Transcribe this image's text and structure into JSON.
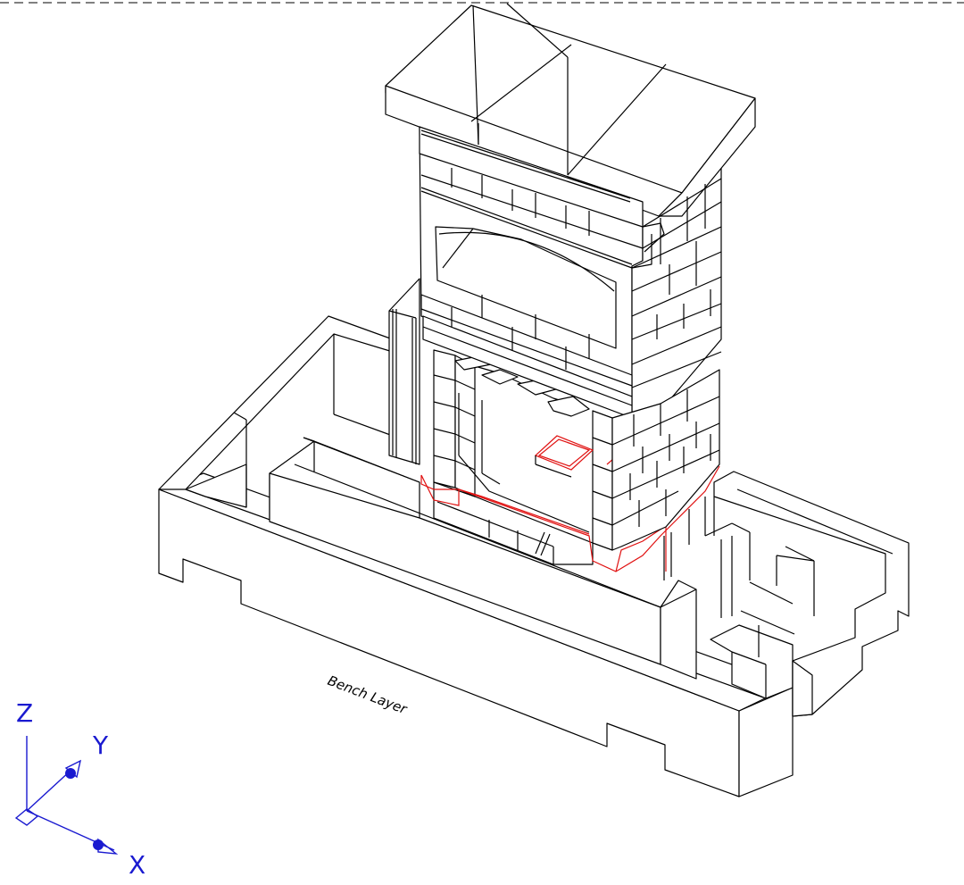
{
  "drawing": {
    "layer_label": "Bench Layer"
  },
  "ucs": {
    "x_label": "X",
    "y_label": "Y",
    "z_label": "Z",
    "color": "#1a1ad0"
  },
  "colors": {
    "lines": "#000000",
    "highlight": "#e01010",
    "background": "#ffffff"
  }
}
